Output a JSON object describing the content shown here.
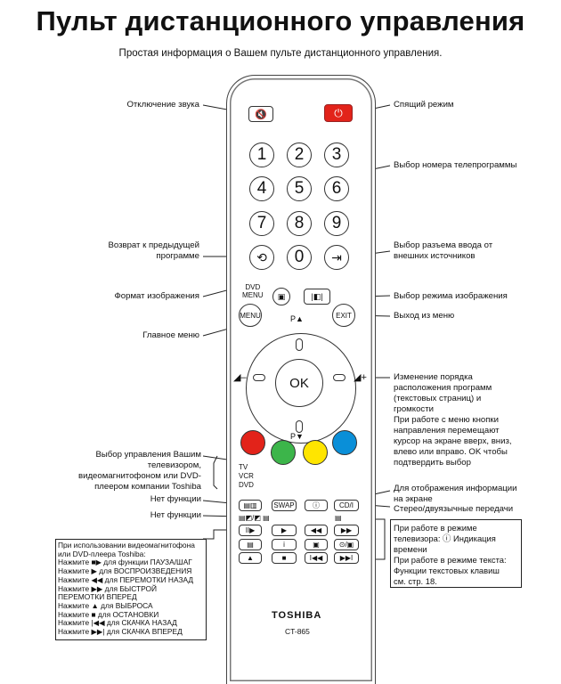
{
  "title": "Пульт дистанционного управления",
  "subtitle": "Простая информация о Вашем пульте дистанционного управления.",
  "labels": {
    "mute": "Отключение звука",
    "sleep": "Спящий режим",
    "channel_select": "Выбор номера телепрограммы",
    "return_prev": "Возврат к предыдущей\nпрограмме",
    "input_select": "Выбор разъема ввода от\nвнешних источников",
    "picture_format": "Формат изображения",
    "picture_mode": "Выбор режима изображения",
    "exit": "Выход из меню",
    "main_menu": "Главное меню",
    "navigation": "Изменение порядка\nрасположения программ\n(текстовых страниц) и\nгромкости\nПри работе с меню кнопки\nнаправления перемещают\nкурсор на экране вверх, вниз,\nвлево или вправо. OK чтобы\nподтвердить выбор",
    "device_select": "Выбор управления Вашим\nтелевизором,\nвидеомагнитофоном или DVD-\nплеером компании Toshiba",
    "no_function_1": "Нет функции",
    "no_function_2": "Нет функции",
    "info_display": "Для отображения информации\nна экране",
    "stereo": "Стерео/двуязычные передачи",
    "tv_mode_note": "При работе в режиме\nтелевизора: ⓘ Индикация\nвремени\nПри работе в режиме текста:\nФункции текстовых клавиш\nсм. стр. 18.",
    "vcr_note": "При использовании видеомагнитофона\nили DVD-плеера Toshiba:\nНажмите ■▶ для функции ПАУЗА/ШАГ\nНажмите ▶ для ВОСПРОИЗВЕДЕНИЯ\nНажмите ◀◀ для ПЕРЕМОТКИ НАЗАД\nНажмите ▶▶ для БЫСТРОЙ\nПЕРЕМОТКИ ВПЕРЕД\nНажмите ▲ для ВЫБРОСА\nНажмите ■ для ОСТАНОВКИ\nНажмите |◀◀ для СКАЧКА НАЗАД\nНажмите ▶▶| для СКАЧКА ВПЕРЕД"
  },
  "remote": {
    "numbers": [
      "1",
      "2",
      "3",
      "4",
      "5",
      "6",
      "7",
      "8",
      "9",
      "0"
    ],
    "dvd_menu": "DVD\nMENU",
    "menu": "MENU",
    "exit": "EXIT",
    "ok": "OK",
    "p_up": "P▲",
    "p_down": "P▼",
    "swap": "SWAP",
    "cd": "CD/I",
    "tv": "TV",
    "vcr": "VCR",
    "dvd": "DVD",
    "brand": "TOSHIBA",
    "model": "CT-865",
    "colors": {
      "red": "#e2231a",
      "green": "#3cb54a",
      "yellow": "#ffe500",
      "blue": "#0a8fd8",
      "sleep": "#e2231a"
    }
  }
}
